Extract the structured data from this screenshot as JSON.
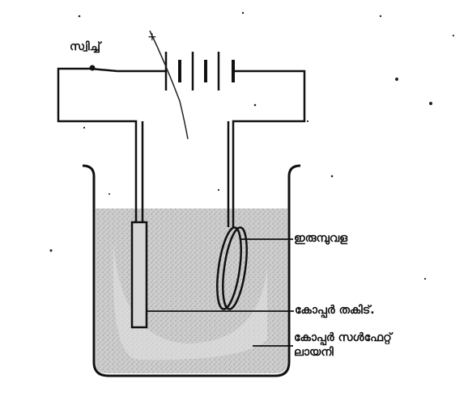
{
  "labels": {
    "switch": "സ്വിച്ച്",
    "iron_ring": "ഇരുമ്പുവള",
    "copper_plate": "കോപ്പർ തകിട്.",
    "solution_line1": "കോപ്പർ സൾഫേറ്റ്",
    "solution_line2": "ലായനി"
  },
  "colors": {
    "ink": "#111111",
    "solution": "#c9c9c9",
    "paper": "#ffffff"
  }
}
